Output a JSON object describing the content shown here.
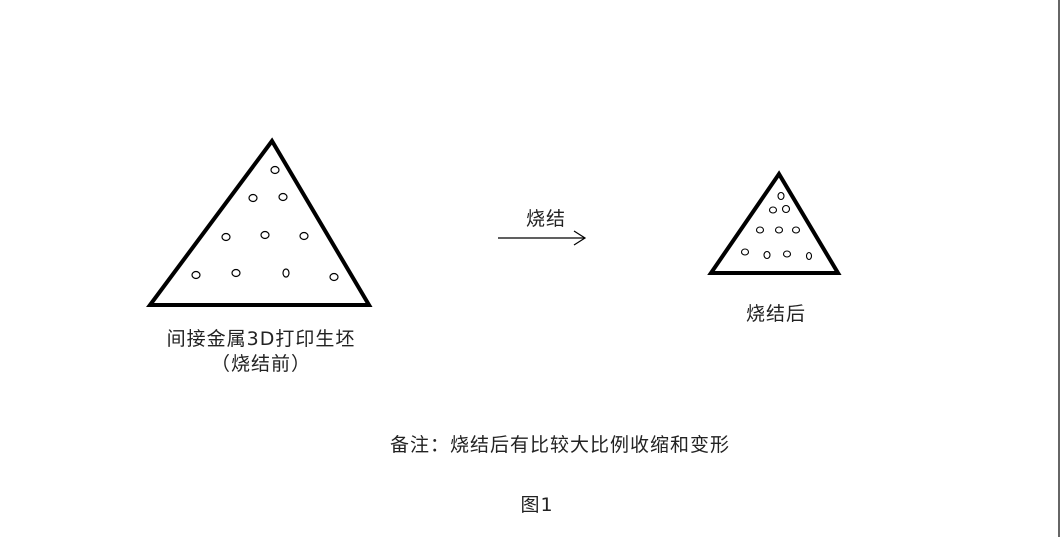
{
  "labels": {
    "before_title": "间接金属3D打印生坯",
    "before_subtitle": "（烧结前）",
    "arrow_label": "烧结",
    "after_title": "烧结后",
    "note": "备注：烧结后有比较大比例收缩和变形",
    "figure_caption": "图1"
  },
  "colors": {
    "stroke": "#000000",
    "text": "#222222",
    "background": "#ffffff"
  }
}
